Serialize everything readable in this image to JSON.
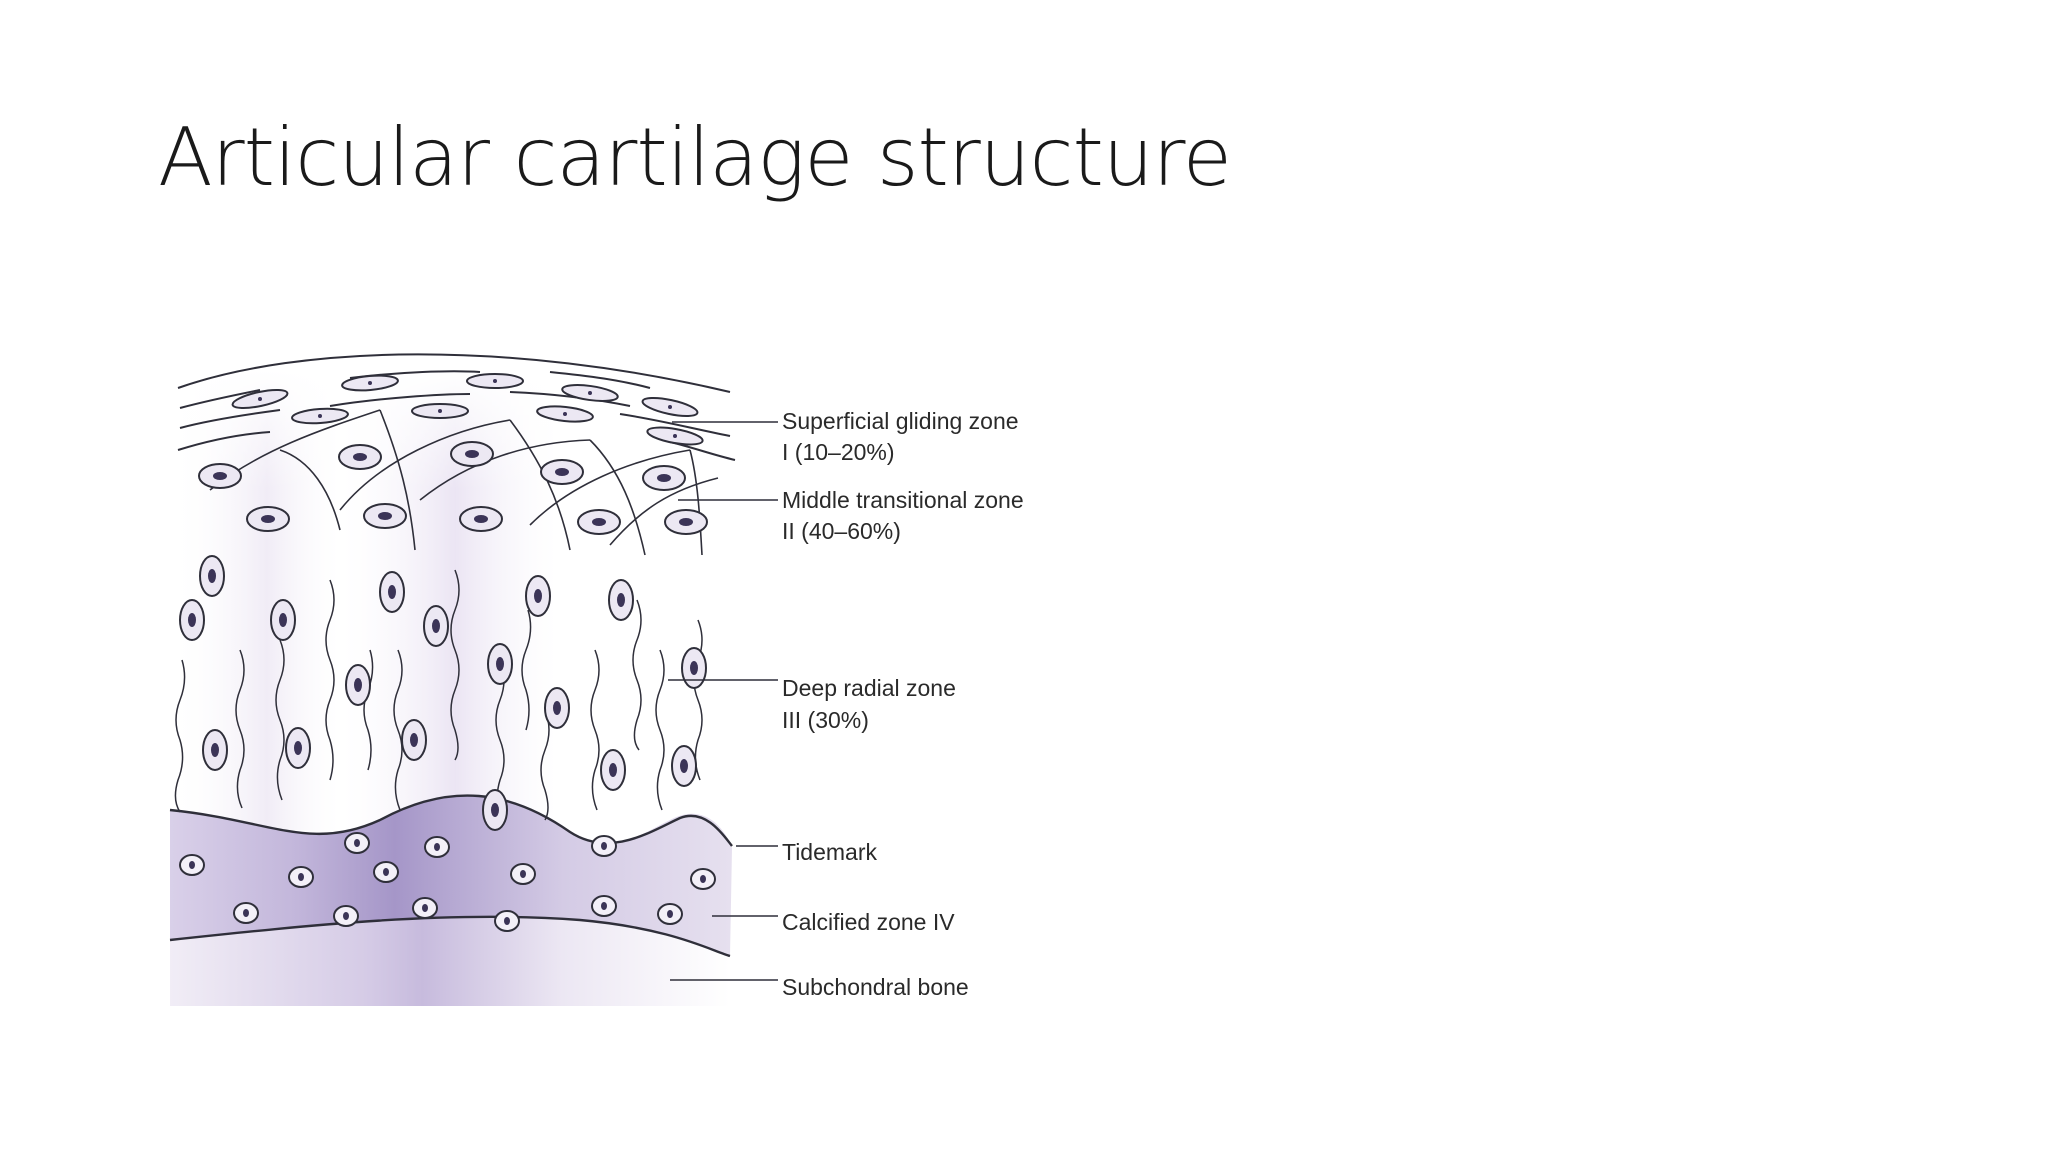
{
  "slide": {
    "title": "Articular cartilage structure"
  },
  "diagram": {
    "labels": [
      {
        "line1": "Superficial gliding zone",
        "line2": "I (10–20%)"
      },
      {
        "line1": "Middle transitional zone",
        "line2": "II (40–60%)"
      },
      {
        "line1": "Deep radial zone",
        "line2": "III (30%)"
      },
      {
        "line1": "Tidemark",
        "line2": ""
      },
      {
        "line1": "Calcified zone IV",
        "line2": ""
      },
      {
        "line1": "Subchondral bone",
        "line2": ""
      }
    ],
    "colors": {
      "cartilage_tint": "#e4dcef",
      "calcified_purple": "#a89ac8",
      "cell_fill": "#e9e4f1",
      "cell_nucleus": "#3b3457",
      "line": "#2f2f3a"
    }
  }
}
